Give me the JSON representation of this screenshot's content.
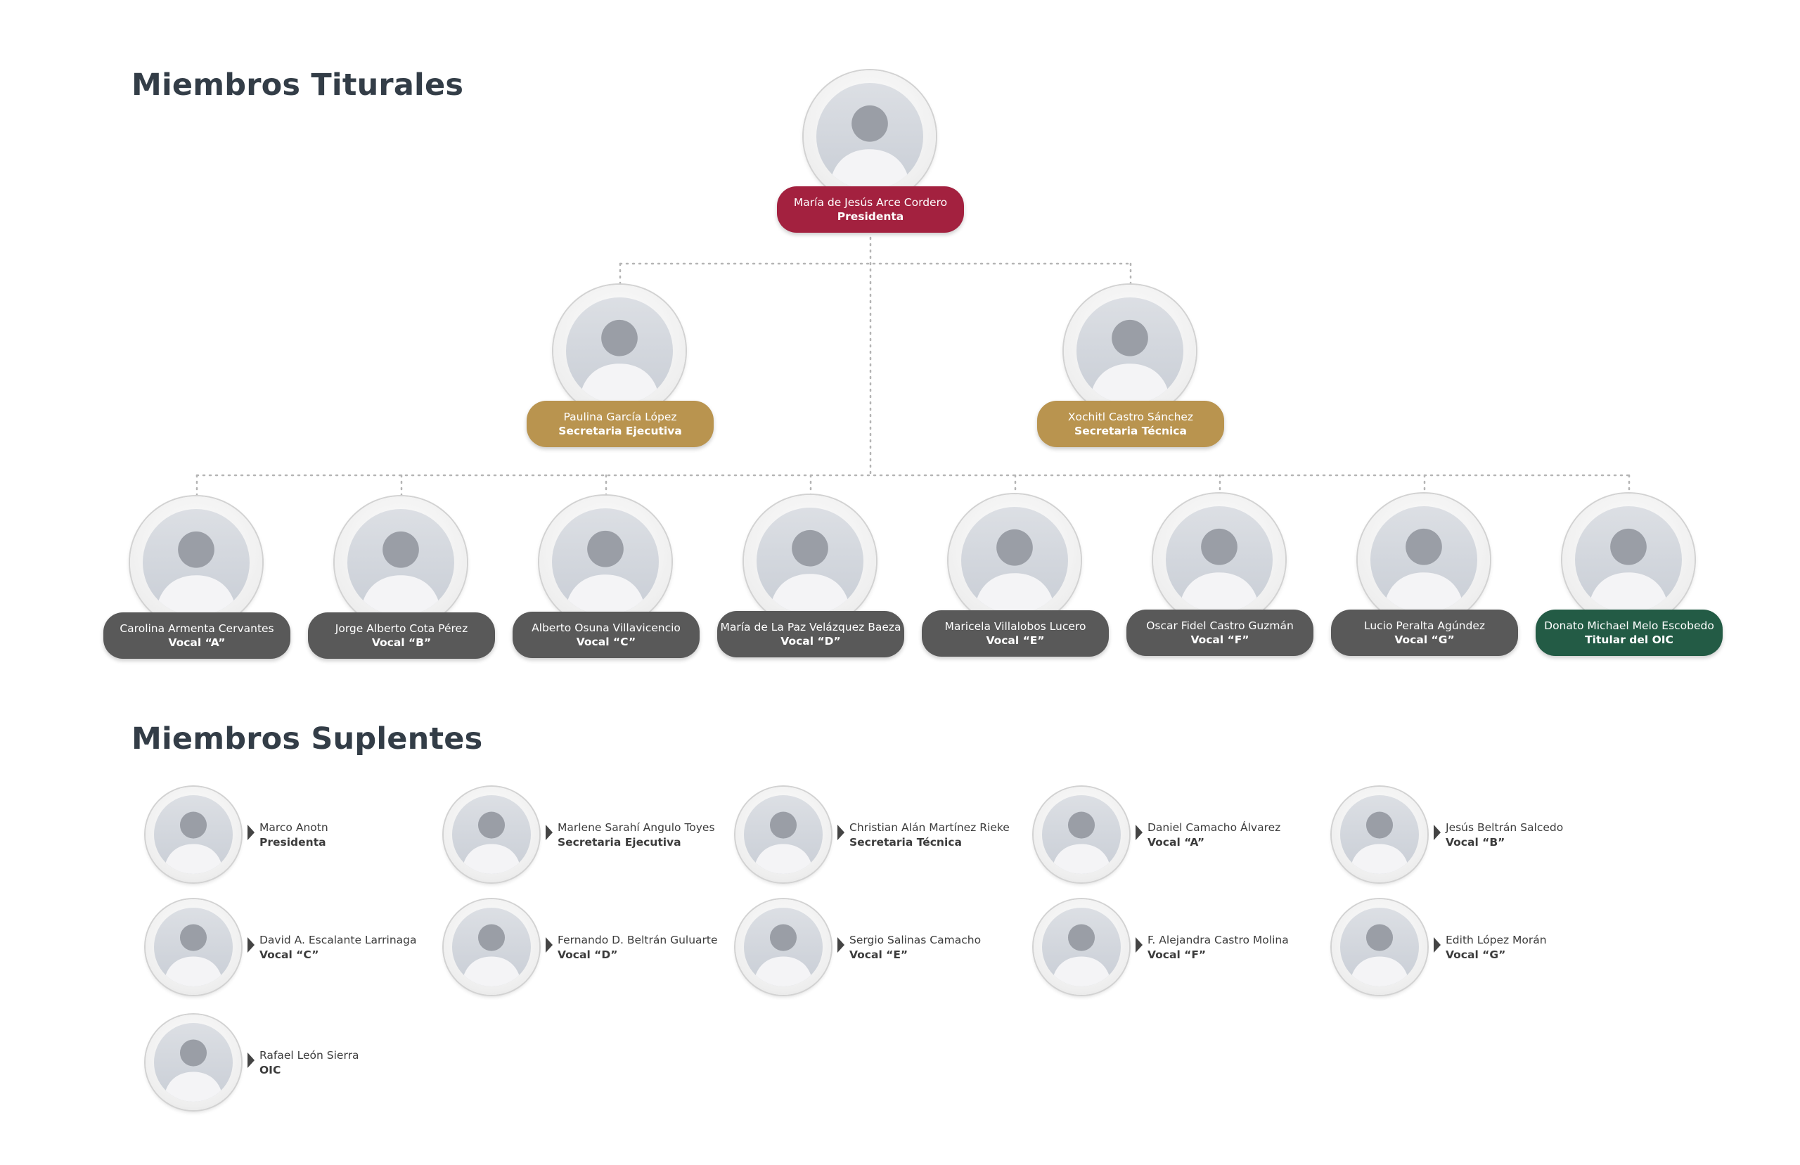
{
  "titulares_title": "Miembros Titurales",
  "suplentes_title": "Miembros Suplentes",
  "colors": {
    "presidenta": "#a3213f",
    "secretarias": "#b9944f",
    "vocales": "#595959",
    "oic": "#235b45",
    "connector": "#b5b5b5",
    "title": "#333d47"
  },
  "titulares": {
    "presidenta": {
      "name": "María de Jesús Arce Cordero",
      "role": "Presidenta"
    },
    "secretarias": [
      {
        "name": "Paulina García López",
        "role": "Secretaria Ejecutiva"
      },
      {
        "name": "Xochitl Castro Sánchez",
        "role": "Secretaria Técnica"
      }
    ],
    "vocales": [
      {
        "name": "Carolina Armenta Cervantes",
        "role": "Vocal “A”"
      },
      {
        "name": "Jorge Alberto Cota Pérez",
        "role": "Vocal “B”"
      },
      {
        "name": "Alberto Osuna Villavicencio",
        "role": "Vocal “C”"
      },
      {
        "name": "María de La Paz Velázquez Baeza",
        "role": "Vocal “D”"
      },
      {
        "name": "Maricela Villalobos Lucero",
        "role": "Vocal “E”"
      },
      {
        "name": "Oscar Fidel Castro Guzmán",
        "role": "Vocal “F”"
      },
      {
        "name": "Lucio Peralta Agúndez",
        "role": "Vocal “G”"
      },
      {
        "name": "Donato Michael Melo Escobedo",
        "role": "Titular del OIC"
      }
    ]
  },
  "suplentes": [
    {
      "name": "Marco Anotn",
      "role": "Presidenta"
    },
    {
      "name": "Marlene Sarahí Angulo Toyes",
      "role": "Secretaria Ejecutiva"
    },
    {
      "name": "Christian Alán Martínez Rieke",
      "role": "Secretaria Técnica"
    },
    {
      "name": "Daniel Camacho Álvarez",
      "role": "Vocal “A”"
    },
    {
      "name": "Jesús Beltrán Salcedo",
      "role": "Vocal “B”"
    },
    {
      "name": "David A. Escalante Larrinaga",
      "role": "Vocal “C”"
    },
    {
      "name": "Fernando D. Beltrán Guluarte",
      "role": "Vocal “D”"
    },
    {
      "name": "Sergio Salinas Camacho",
      "role": "Vocal “E”"
    },
    {
      "name": "F. Alejandra Castro Molina",
      "role": "Vocal “F”"
    },
    {
      "name": "Edith López Morán",
      "role": "Vocal “G”"
    },
    {
      "name": "Rafael León Sierra",
      "role": "OIC"
    }
  ]
}
